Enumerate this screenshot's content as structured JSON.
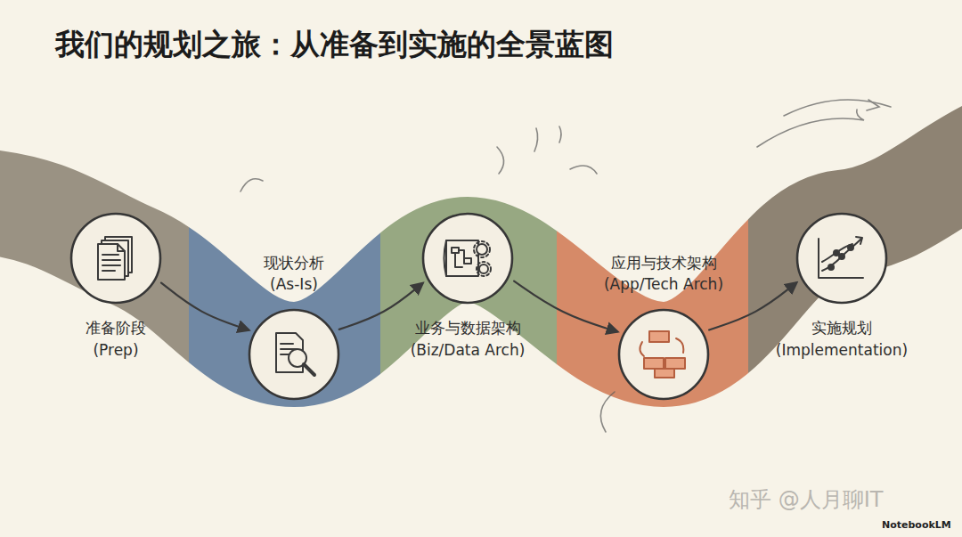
{
  "diagram": {
    "title": "我们的规划之旅：从准备到实施的全景蓝图",
    "nodes": [
      {
        "text": [
          "准备阶段 (Prep)"
        ]
      },
      {
        "text": [
          "现状分析 (As-Is)"
        ]
      },
      {
        "text": [
          "业务与数据架构 (Biz/Data Arch)"
        ]
      },
      {
        "text": [
          "应用与技术架构 (App/Tech Arch)"
        ]
      },
      {
        "text": [
          "实施规划 (Implementation)"
        ]
      }
    ],
    "edges": [
      {
        "from": 0,
        "to": 1,
        "arrow": "to"
      },
      {
        "from": 1,
        "to": 2,
        "arrow": "to"
      },
      {
        "from": 2,
        "to": 3,
        "arrow": "to"
      },
      {
        "from": 3,
        "to": 4,
        "arrow": "to"
      }
    ],
    "labels": [
      "知乎 @人月聊IT",
      "NotebookLM"
    ]
  }
}
